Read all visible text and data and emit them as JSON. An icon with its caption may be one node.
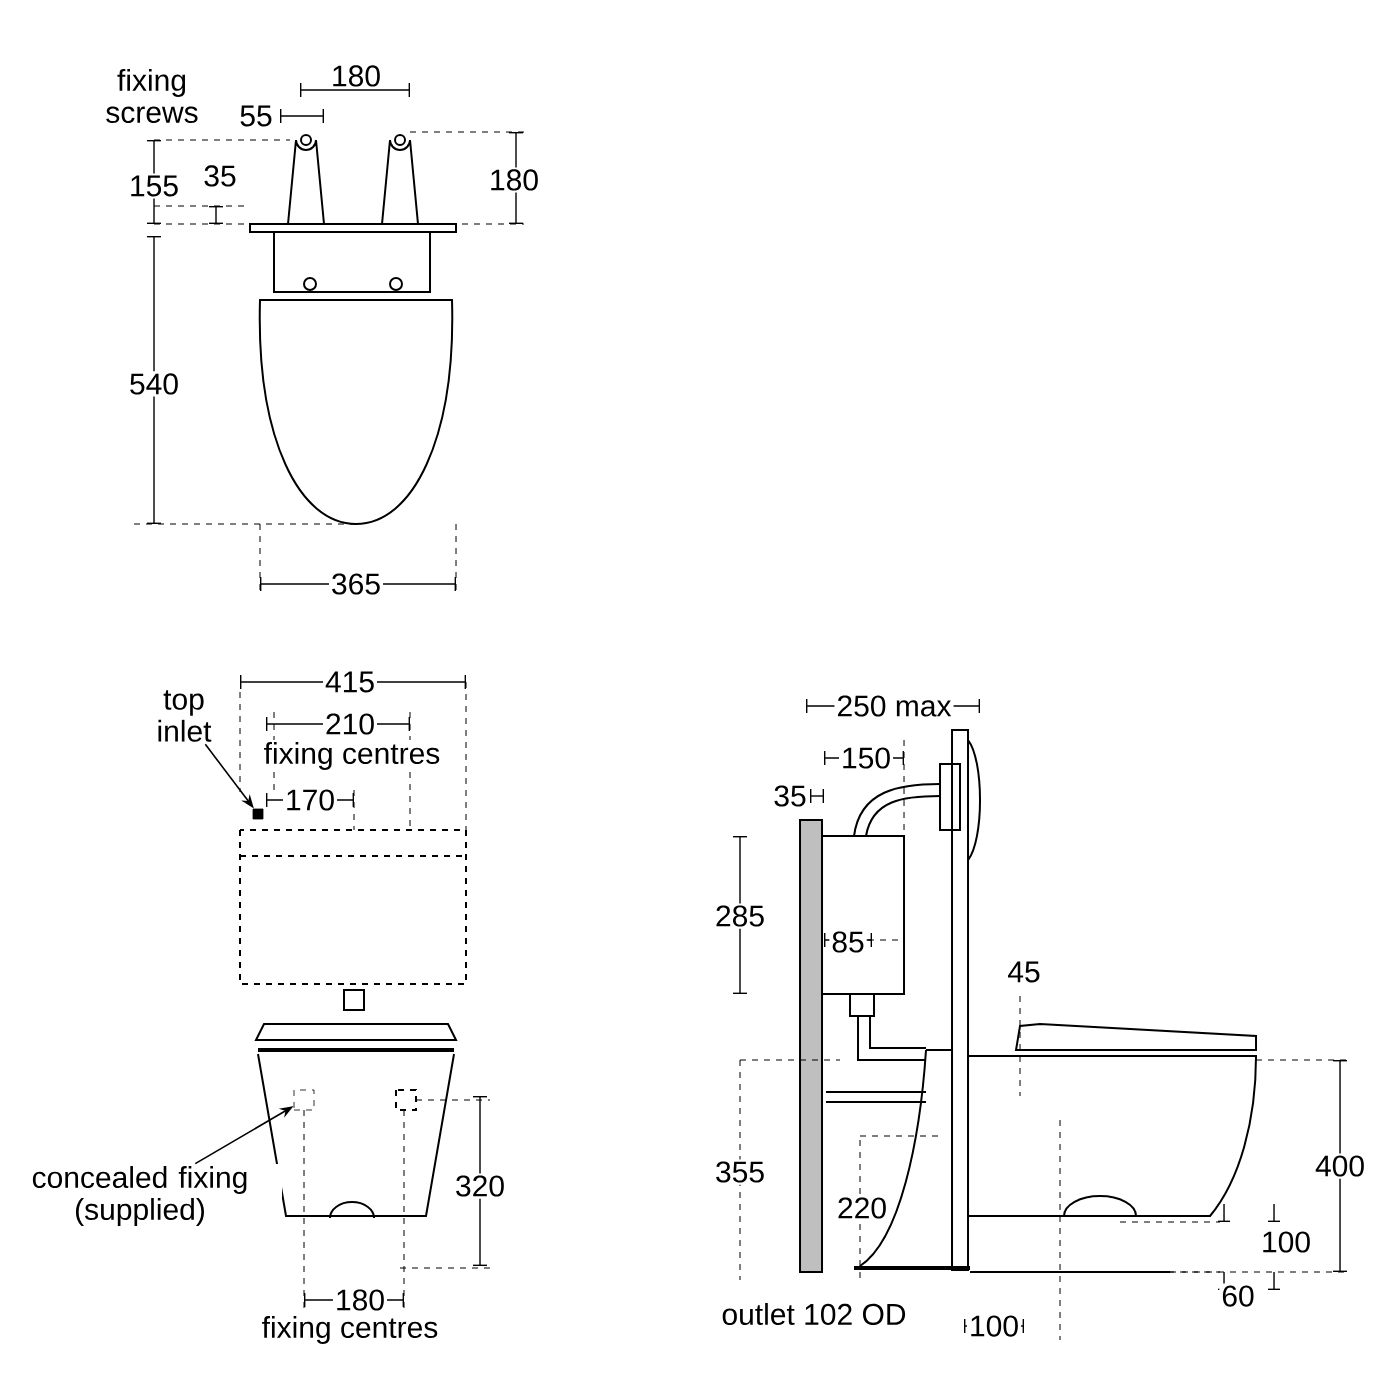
{
  "diagram": {
    "nodes": [
      {
        "text": [
          "top inlet"
        ]
      },
      {
        "text": [],
        "shape": "box"
      },
      {
        "text": [
          "concealed fixing (supplied)"
        ]
      },
      {
        "text": [],
        "shape": "box"
      }
    ],
    "edges": [
      {
        "from": 0,
        "to": 1,
        "arrow": "to"
      },
      {
        "from": 2,
        "to": 3,
        "arrow": "to"
      }
    ],
    "labels": [
      "fixing screws",
      "180",
      "55",
      "155",
      "35",
      "180",
      "540",
      "365",
      "415",
      "210",
      "fixing centres",
      "170",
      "320",
      "180",
      "fixing centres",
      "250 max",
      "150",
      "35",
      "285",
      "85",
      "45",
      "400",
      "355",
      "220",
      "100",
      "60",
      "outlet 102 OD",
      "100"
    ]
  }
}
